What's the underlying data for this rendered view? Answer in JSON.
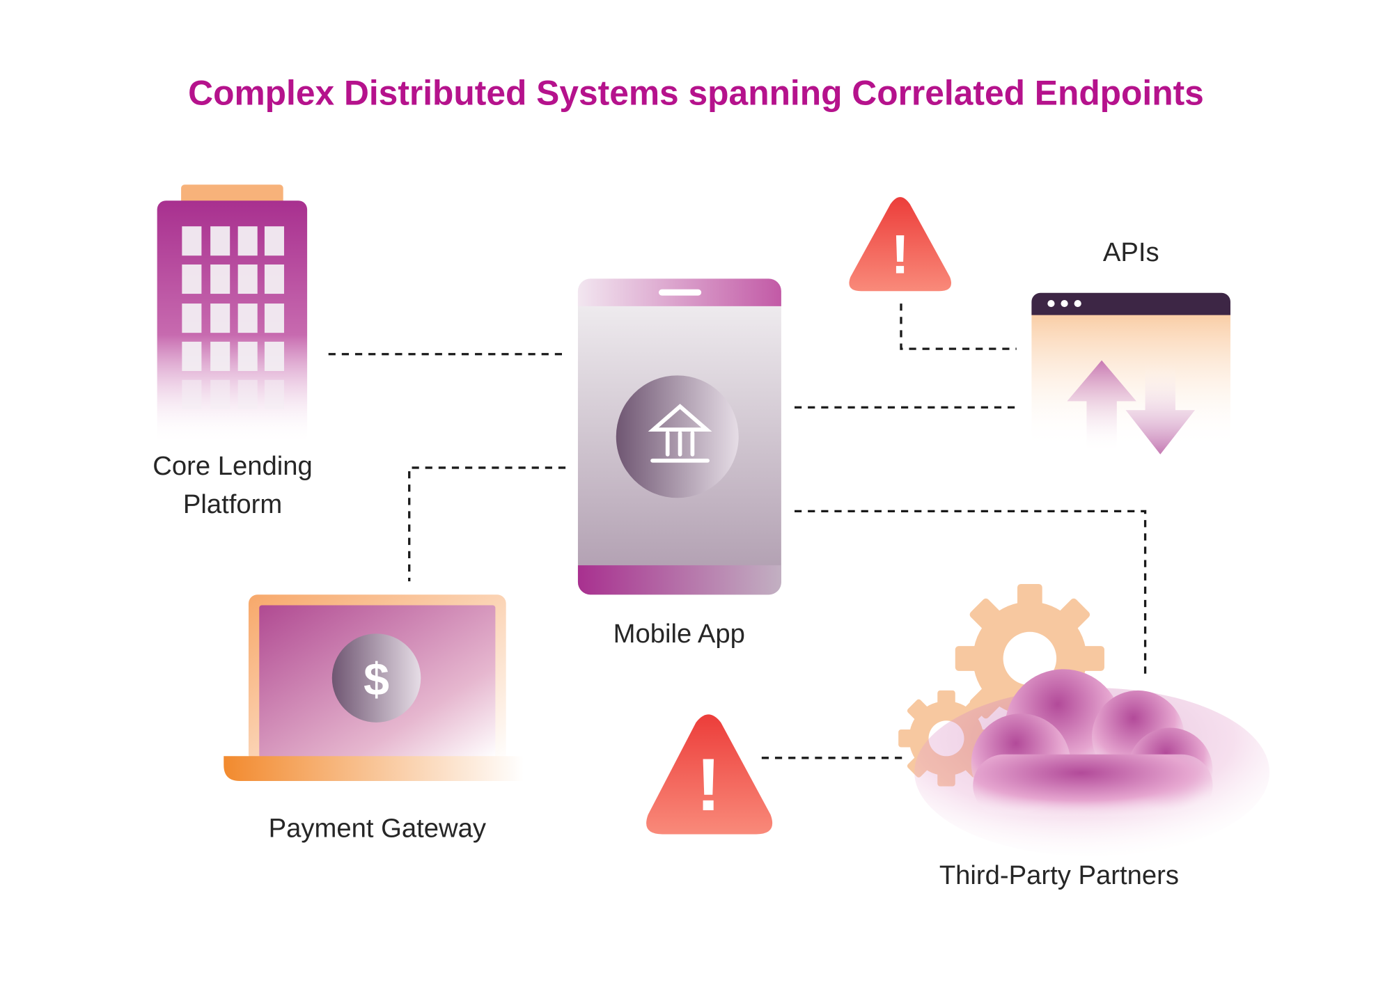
{
  "title": "Complex Distributed Systems spanning Correlated Endpoints",
  "nodes": {
    "core_lending": {
      "line1": "Core Lending",
      "line2": "Platform",
      "icon": "building-icon"
    },
    "mobile_app": {
      "label": "Mobile App",
      "icon": "bank-icon"
    },
    "apis": {
      "label": "APIs",
      "icon": "api-window-icon"
    },
    "payment_gateway": {
      "label": "Payment Gateway",
      "icon": "dollar-icon"
    },
    "third_party": {
      "label": "Third-Party Partners",
      "icon": "cloud-gears-icon"
    }
  },
  "alerts": [
    {
      "symbol": "!",
      "icon": "warning-icon"
    },
    {
      "symbol": "!",
      "icon": "warning-icon"
    }
  ],
  "colors": {
    "title": "#b5128c",
    "magenta": "#a8308f",
    "orange": "#f7b27a",
    "warning": "#ef4b45",
    "dark": "#3d2645"
  }
}
